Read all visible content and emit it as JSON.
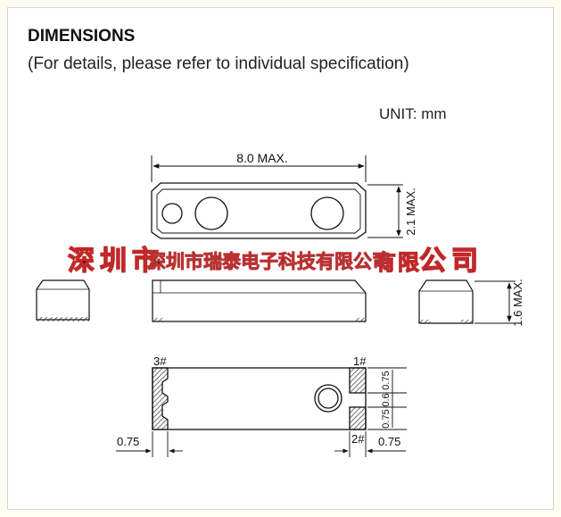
{
  "header": {
    "title": "DIMENSIONS",
    "subtitle": "(For details, please refer to individual specification)",
    "unit": "UNIT: mm"
  },
  "watermark": {
    "large": "深圳市",
    "large2": "公司",
    "chars_mid": "有限",
    "overlay": "深圳市瑞泰电子科技有限公司"
  },
  "dimensions": {
    "length": "8.0  MAX.",
    "width": "2.1 MAX.",
    "height": "1.6 MAX.",
    "pad_left": "0.75",
    "pad_right": "0.75",
    "pad_top": "0.75",
    "gap": "0.6",
    "pad_bottom": "0.75"
  },
  "pins": {
    "pin3": "3#",
    "pin1": "1#",
    "pin2": "2#"
  },
  "colors": {
    "line": "#111111",
    "watermark_red": "#d23a3a",
    "watermark_fill": "#f5b8b8"
  }
}
